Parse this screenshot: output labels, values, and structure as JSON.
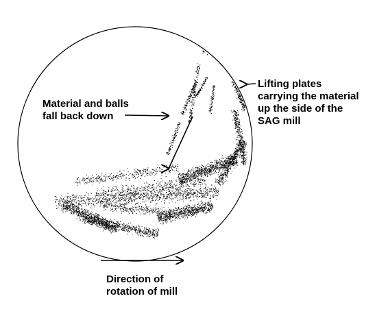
{
  "labels": {
    "falling": {
      "line1": "Material and balls",
      "line2": "fall back down"
    },
    "lifting": {
      "line1": "Lifting plates",
      "line2": "carrying the material",
      "line3": "up the side of the",
      "line4": "SAG mill"
    },
    "direction": {
      "line1": "Direction of",
      "line2": "rotation of mill"
    }
  },
  "colors": {
    "ink": "#000000",
    "background": "#ffffff"
  }
}
